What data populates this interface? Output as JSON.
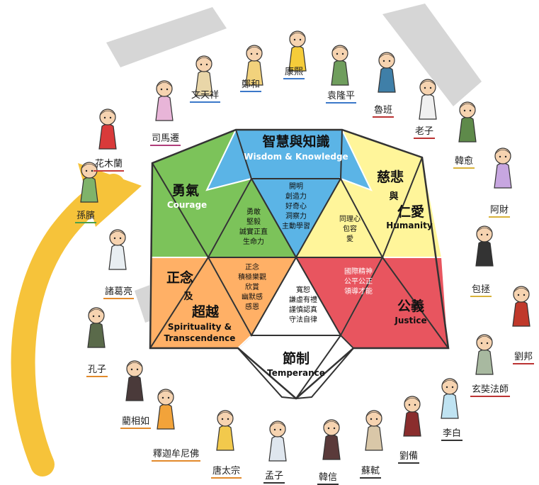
{
  "segments": {
    "wisdom": {
      "zh": "智慧與知識",
      "en": "Wisdom & Knowledge",
      "color": "#5BB4E6",
      "traits": [
        "開明",
        "創造力",
        "好奇心",
        "洞察力",
        "主動學習"
      ]
    },
    "humanity": {
      "zh1": "慈悲",
      "zh2": "與",
      "zh3": "仁愛",
      "en": "Humanity",
      "color": "#FFF59A",
      "traits": [
        "同理心",
        "包容",
        "愛"
      ]
    },
    "justice": {
      "zh": "公義",
      "en": "Justice",
      "color": "#E8555F",
      "traits": [
        "國際精神",
        "公平公正",
        "領導才能"
      ]
    },
    "temperance": {
      "zh": "節制",
      "en": "Temperance",
      "color": "#FFFFFF",
      "traits": [
        "寬恕",
        "謙虛有禮",
        "謹慎認真",
        "守法自律"
      ]
    },
    "spirituality": {
      "zh1": "正念",
      "zh2": "及",
      "zh3": "超越",
      "en1": "Spirituality &",
      "en2": "Transcendence",
      "color": "#FFB066",
      "traits": [
        "正念",
        "積極樂觀",
        "欣賞",
        "幽默感",
        "感恩"
      ]
    },
    "courage": {
      "zh": "勇氣",
      "en": "Courage",
      "color": "#7CC35A",
      "traits": [
        "勇敢",
        "堅毅",
        "誠實正直",
        "生命力"
      ]
    }
  },
  "figures": [
    {
      "id": "sun-bin",
      "name": "孫臏",
      "robe": "#7fb36a",
      "underline": "#4a9f4a"
    },
    {
      "id": "hua-mulan",
      "name": "花木蘭",
      "robe": "#d93a3a",
      "underline": "#c23b3b"
    },
    {
      "id": "sima-qian",
      "name": "司馬遷",
      "robe": "#e8b5d8",
      "underline": "#b03d7a"
    },
    {
      "id": "wen-tianxiang",
      "name": "文天祥",
      "robe": "#e9d6a8",
      "underline": "#3b78c9"
    },
    {
      "id": "zheng-he",
      "name": "鄭和",
      "robe": "#f2d27c",
      "underline": "#3b78c9"
    },
    {
      "id": "kangxi",
      "name": "康熙",
      "robe": "#f5cc3a",
      "underline": "#3b78c9"
    },
    {
      "id": "yuan-longping",
      "name": "袁隆平",
      "robe": "#6f9e5d",
      "underline": "#3b78c9"
    },
    {
      "id": "lu-ban",
      "name": "魯班",
      "robe": "#3f7fa8",
      "underline": "#b33"
    },
    {
      "id": "laozi",
      "name": "老子",
      "robe": "#f0f0f0",
      "underline": "#b33"
    },
    {
      "id": "han-yu",
      "name": "韓愈",
      "robe": "#5e8a4a",
      "underline": "#d8b23a"
    },
    {
      "id": "a-cai",
      "name": "阿財",
      "robe": "#c7a6e0",
      "underline": "#d8b23a"
    },
    {
      "id": "bao-zheng",
      "name": "包拯",
      "robe": "#333333",
      "underline": "#d8b23a"
    },
    {
      "id": "liu-bang",
      "name": "劉邦",
      "robe": "#c0392b",
      "underline": "#b33"
    },
    {
      "id": "xuanzang",
      "name": "玄奘法師",
      "robe": "#a8b9a0",
      "underline": "#b33"
    },
    {
      "id": "li-bai",
      "name": "李白",
      "robe": "#bfe3f2",
      "underline": "#333"
    },
    {
      "id": "liu-bei",
      "name": "劉備",
      "robe": "#8a2d2d",
      "underline": "#333"
    },
    {
      "id": "su-shi",
      "name": "蘇軾",
      "robe": "#d9c7a8",
      "underline": "#333"
    },
    {
      "id": "han-xin",
      "name": "韓信",
      "robe": "#5a3a3a",
      "underline": "#333"
    },
    {
      "id": "mencius",
      "name": "孟子",
      "robe": "#dfe6ee",
      "underline": "#333"
    },
    {
      "id": "tang-taizong",
      "name": "唐太宗",
      "robe": "#f2c94c",
      "underline": "#e28a2b"
    },
    {
      "id": "shakyamuni",
      "name": "釋迦牟尼佛",
      "robe": "#f2a33a",
      "underline": "#e28a2b"
    },
    {
      "id": "lin-xiangru",
      "name": "藺相如",
      "robe": "#4a3a3a",
      "underline": "#e28a2b"
    },
    {
      "id": "confucius",
      "name": "孔子",
      "robe": "#5a6a4a",
      "underline": "#e28a2b"
    },
    {
      "id": "zhuge-liang",
      "name": "諸葛亮",
      "robe": "#e8eef2",
      "underline": "#e28a2b"
    }
  ]
}
